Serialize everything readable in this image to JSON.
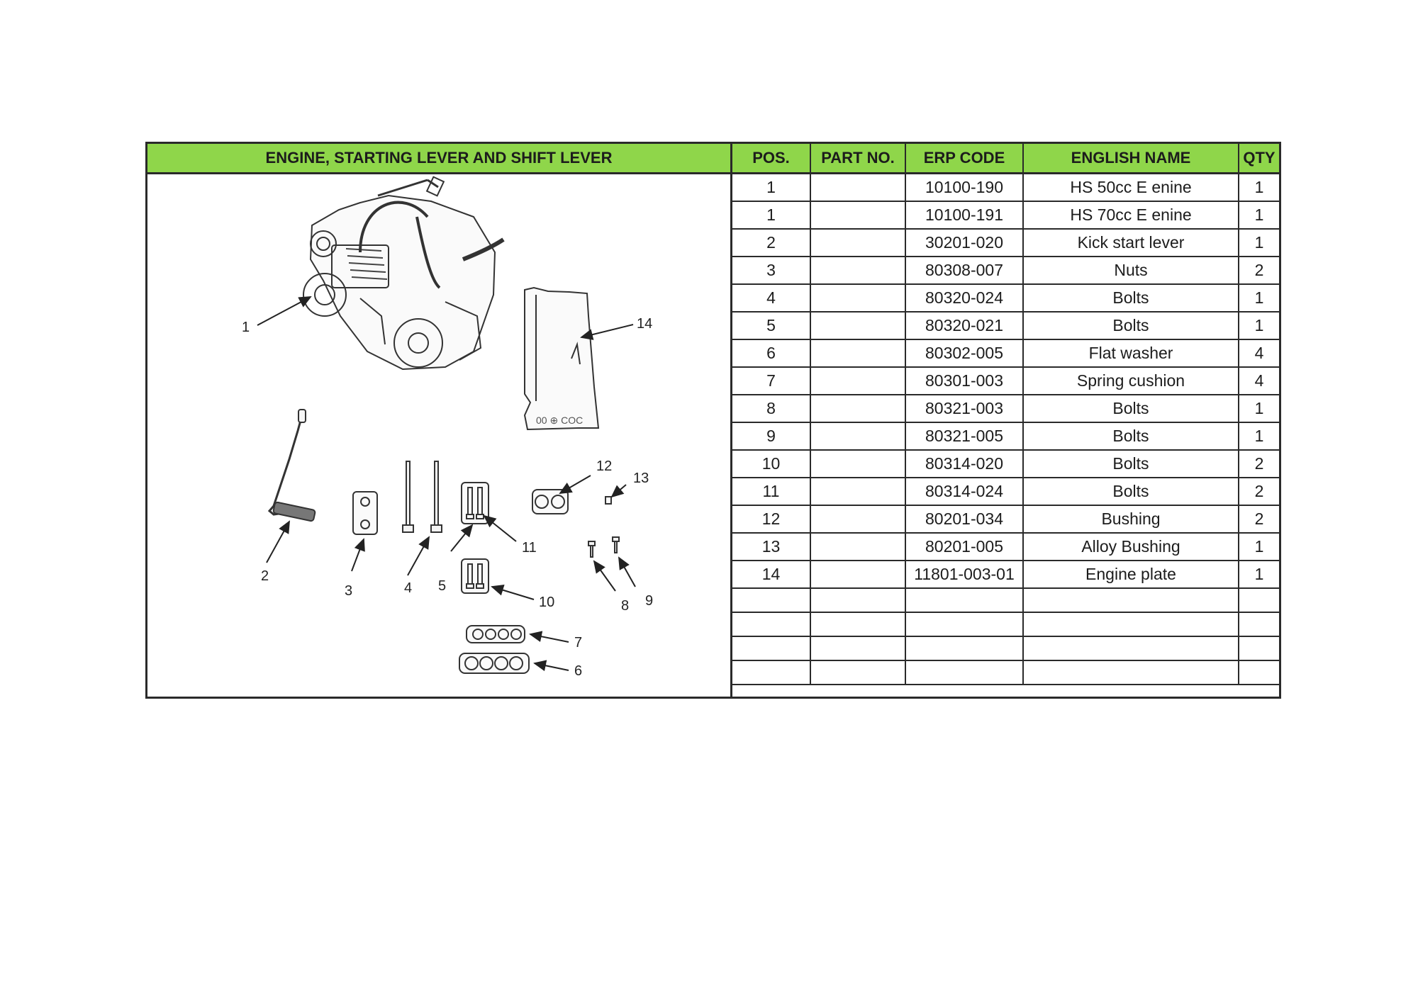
{
  "section_title": "ENGINE, STARTING LEVER AND SHIFT LEVER",
  "columns": {
    "pos": "POS.",
    "part_no": "PART NO.",
    "erp_code": "ERP CODE",
    "english_name": "ENGLISH NAME",
    "qty": "QTY"
  },
  "rows": [
    {
      "pos": "1",
      "part_no": "",
      "erp_code": "10100-190",
      "english_name": "HS 50cc E enine",
      "qty": "1"
    },
    {
      "pos": "1",
      "part_no": "",
      "erp_code": "10100-191",
      "english_name": "HS 70cc E enine",
      "qty": "1"
    },
    {
      "pos": "2",
      "part_no": "",
      "erp_code": "30201-020",
      "english_name": "Kick start lever",
      "qty": "1"
    },
    {
      "pos": "3",
      "part_no": "",
      "erp_code": "80308-007",
      "english_name": "Nuts",
      "qty": "2"
    },
    {
      "pos": "4",
      "part_no": "",
      "erp_code": "80320-024",
      "english_name": "Bolts",
      "qty": "1"
    },
    {
      "pos": "5",
      "part_no": "",
      "erp_code": "80320-021",
      "english_name": "Bolts",
      "qty": "1"
    },
    {
      "pos": "6",
      "part_no": "",
      "erp_code": "80302-005",
      "english_name": "Flat washer",
      "qty": "4"
    },
    {
      "pos": "7",
      "part_no": "",
      "erp_code": "80301-003",
      "english_name": "Spring cushion",
      "qty": "4"
    },
    {
      "pos": "8",
      "part_no": "",
      "erp_code": "80321-003",
      "english_name": "Bolts",
      "qty": "1"
    },
    {
      "pos": "9",
      "part_no": "",
      "erp_code": "80321-005",
      "english_name": "Bolts",
      "qty": "1"
    },
    {
      "pos": "10",
      "part_no": "",
      "erp_code": "80314-020",
      "english_name": "Bolts",
      "qty": "2"
    },
    {
      "pos": "11",
      "part_no": "",
      "erp_code": "80314-024",
      "english_name": "Bolts",
      "qty": "2"
    },
    {
      "pos": "12",
      "part_no": "",
      "erp_code": "80201-034",
      "english_name": "Bushing",
      "qty": "2"
    },
    {
      "pos": "13",
      "part_no": "",
      "erp_code": "80201-005",
      "english_name": "Alloy Bushing",
      "qty": "1"
    },
    {
      "pos": "14",
      "part_no": "",
      "erp_code": "11801-003-01",
      "english_name": "Engine plate",
      "qty": "1"
    }
  ],
  "blank_row_count": 4,
  "diagram": {
    "callouts": [
      "1",
      "2",
      "3",
      "4",
      "5",
      "6",
      "7",
      "8",
      "9",
      "10",
      "11",
      "12",
      "13",
      "14"
    ],
    "icons": [
      "engine-assembly",
      "engine-plate",
      "kick-start-lever",
      "nut-plate",
      "long-bolt",
      "bolt-plate",
      "washer-strip",
      "cushion-strip",
      "small-bolt",
      "bushing-pair",
      "alloy-bushing"
    ]
  },
  "colors": {
    "header_green": "#8fd64a",
    "rule": "#2a2a2a"
  }
}
